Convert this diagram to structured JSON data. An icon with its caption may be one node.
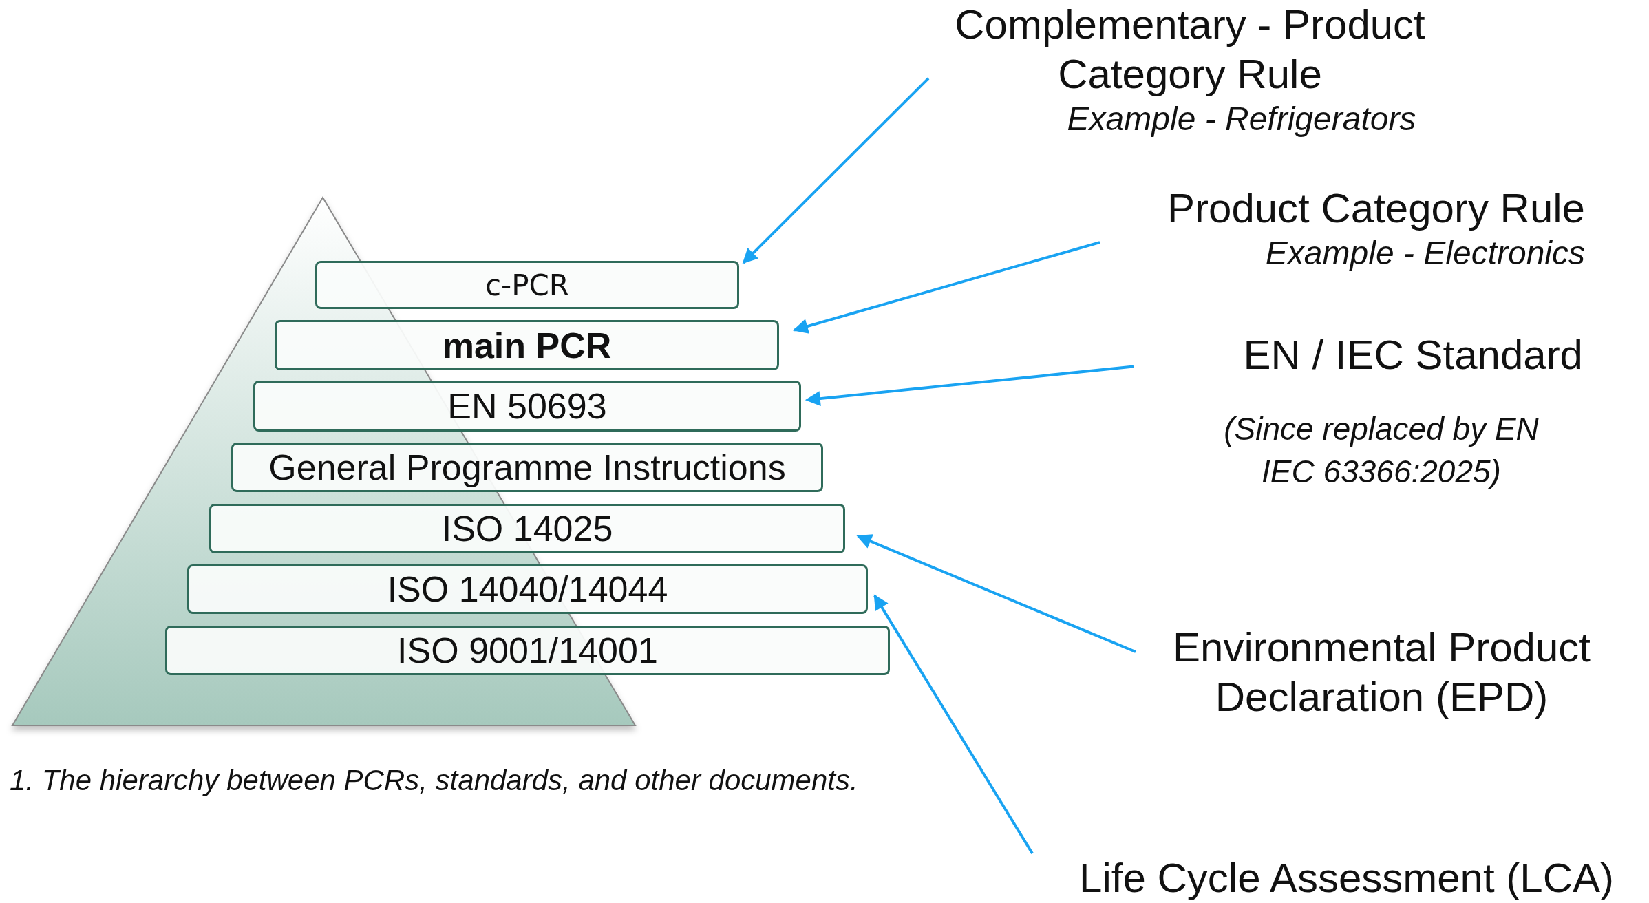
{
  "diagram": {
    "caption": "1. The hierarchy between PCRs, standards, and other documents.",
    "nodes": [
      {
        "text": [
          "Complementary - Product Category Rule",
          "Example - Refrigerators"
        ]
      },
      {
        "text": [
          "c-PCR"
        ]
      },
      {
        "text": [
          "Product Category Rule",
          "Example - Electronics"
        ]
      },
      {
        "text": [
          "main PCR"
        ]
      },
      {
        "text": [
          "EN / IEC Standard"
        ],
        "beside": [
          "(Since replaced by EN IEC 63366:2025)"
        ]
      },
      {
        "text": [
          "EN 50693"
        ]
      },
      {
        "text": [
          "General Programme Instructions"
        ]
      },
      {
        "text": [
          "ISO 14025"
        ]
      },
      {
        "text": [
          "Environmental Product Declaration (EPD)"
        ]
      },
      {
        "text": [
          "ISO 14040/14044"
        ]
      },
      {
        "text": [
          "ISO 9001/14001"
        ]
      },
      {
        "text": [
          "Life Cycle Assessment (LCA)"
        ]
      }
    ],
    "edges": [
      {
        "from": 0,
        "to": 1,
        "arrow": "to"
      },
      {
        "from": 2,
        "to": 3,
        "arrow": "to"
      },
      {
        "from": 4,
        "to": 5,
        "arrow": "to"
      },
      {
        "from": 8,
        "to": 7,
        "arrow": "to"
      },
      {
        "from": 11,
        "to": 9,
        "arrow": "to"
      }
    ]
  }
}
